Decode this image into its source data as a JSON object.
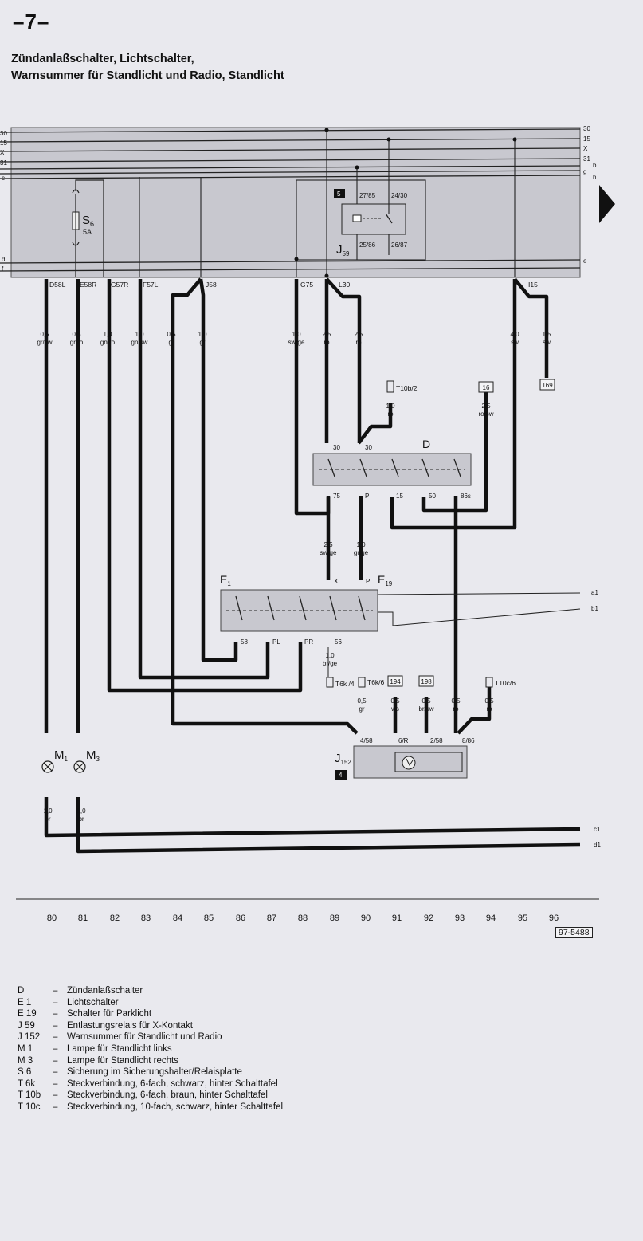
{
  "page_number": "–7–",
  "title_lines": [
    "Zündanlaßschalter, Lichtschalter,",
    "Warnsummer für Standlicht und Radio, Standlicht"
  ],
  "rails_left": [
    "30",
    "15",
    "X",
    "31",
    "c",
    "d",
    "f"
  ],
  "rails_right": [
    "30",
    "15",
    "X",
    "31",
    "b",
    "g",
    "h",
    "e"
  ],
  "fuse": {
    "code": "S",
    "sub": "6",
    "rating": "5A"
  },
  "relay": {
    "badge": "5",
    "code": "J",
    "sub": "59",
    "pins": [
      "27/85",
      "24/30",
      "25/86",
      "26/87"
    ]
  },
  "panel_terminals": [
    "D58L",
    "E58R",
    "G57R",
    "F57L",
    "J58",
    "G75",
    "L30",
    "I15"
  ],
  "wires": [
    {
      "size": "0,5",
      "color": "gr/sw"
    },
    {
      "size": "0,5",
      "color": "gr/ro"
    },
    {
      "size": "1,0",
      "color": "gn/ro"
    },
    {
      "size": "1,0",
      "color": "gn/sw"
    },
    {
      "size": "0,5",
      "color": "gr"
    },
    {
      "size": "1,0",
      "color": "gr"
    },
    {
      "size": "1,0",
      "color": "sw/ge"
    },
    {
      "size": "2,5",
      "color": "ro"
    },
    {
      "size": "2,5",
      "color": "ro"
    },
    {
      "size": "4,0",
      "color": "sw"
    },
    {
      "size": "1,5",
      "color": "sw"
    },
    {
      "size": "1,0",
      "color": "ro"
    },
    {
      "size": "2,5",
      "color": "ro/sw"
    },
    {
      "size": "2,5",
      "color": "sw/ge"
    },
    {
      "size": "1,0",
      "color": "gr/ge"
    },
    {
      "size": "1,0",
      "color": "br/ge"
    },
    {
      "size": "0,5",
      "color": "gr"
    },
    {
      "size": "0,5",
      "color": "ws"
    },
    {
      "size": "0,5",
      "color": "br/sw"
    },
    {
      "size": "0,5",
      "color": "ro"
    },
    {
      "size": "0,5",
      "color": "ro"
    },
    {
      "size": "1,0",
      "color": "br"
    },
    {
      "size": "1,0",
      "color": "br"
    }
  ],
  "boxes": {
    "ref169": "169",
    "ref16": "16",
    "ref194": "194",
    "ref198": "198"
  },
  "connectors": {
    "t10b2": "T10b/2",
    "t6k4": "T6k /4",
    "t6k6": "T6k/6",
    "t10c6": "T10c/6"
  },
  "switch_d": {
    "code": "D",
    "top_pins": [
      "30",
      "30"
    ],
    "bottom_pins": [
      "75",
      "P",
      "15",
      "50",
      "86s"
    ]
  },
  "switch_e": {
    "code": "E",
    "sub": "1",
    "code2": "E",
    "sub2": "19",
    "top_pins": [
      "X",
      "P"
    ],
    "bottom_pins": [
      "58",
      "PL",
      "PR",
      "56"
    ]
  },
  "buzzer": {
    "code": "J",
    "sub": "152",
    "badge": "4",
    "pins": [
      "4/58",
      "6/R",
      "2/58",
      "8/86"
    ]
  },
  "lamps": [
    {
      "code": "M",
      "sub": "1"
    },
    {
      "code": "M",
      "sub": "3"
    }
  ],
  "line_labels": {
    "a1": "a1",
    "b1": "b1",
    "c1": "c1",
    "d1": "d1"
  },
  "current_tracks": [
    "80",
    "81",
    "82",
    "83",
    "84",
    "85",
    "86",
    "87",
    "88",
    "89",
    "90",
    "91",
    "92",
    "93",
    "94",
    "95",
    "96"
  ],
  "ref_code": "97-5488",
  "legend": [
    {
      "code": "D",
      "text": "Zündanlaßschalter"
    },
    {
      "code": "E 1",
      "text": "Lichtschalter"
    },
    {
      "code": "E 19",
      "text": "Schalter für Parklicht"
    },
    {
      "code": "J 59",
      "text": "Entlastungsrelais für X-Kontakt"
    },
    {
      "code": "J 152",
      "text": "Warnsummer für Standlicht und Radio"
    },
    {
      "code": "M 1",
      "text": "Lampe für Standlicht links"
    },
    {
      "code": "M 3",
      "text": "Lampe für Standlicht rechts"
    },
    {
      "code": "S 6",
      "text": "Sicherung im Sicherungshalter/Relaisplatte"
    },
    {
      "code": "T 6k",
      "text": "Steckverbindung, 6-fach, schwarz, hinter Schalttafel"
    },
    {
      "code": "T 10b",
      "text": "Steckverbindung, 6-fach, braun, hinter Schalttafel"
    },
    {
      "code": "T 10c",
      "text": "Steckverbindung, 10-fach, schwarz, hinter Schalttafel"
    }
  ]
}
